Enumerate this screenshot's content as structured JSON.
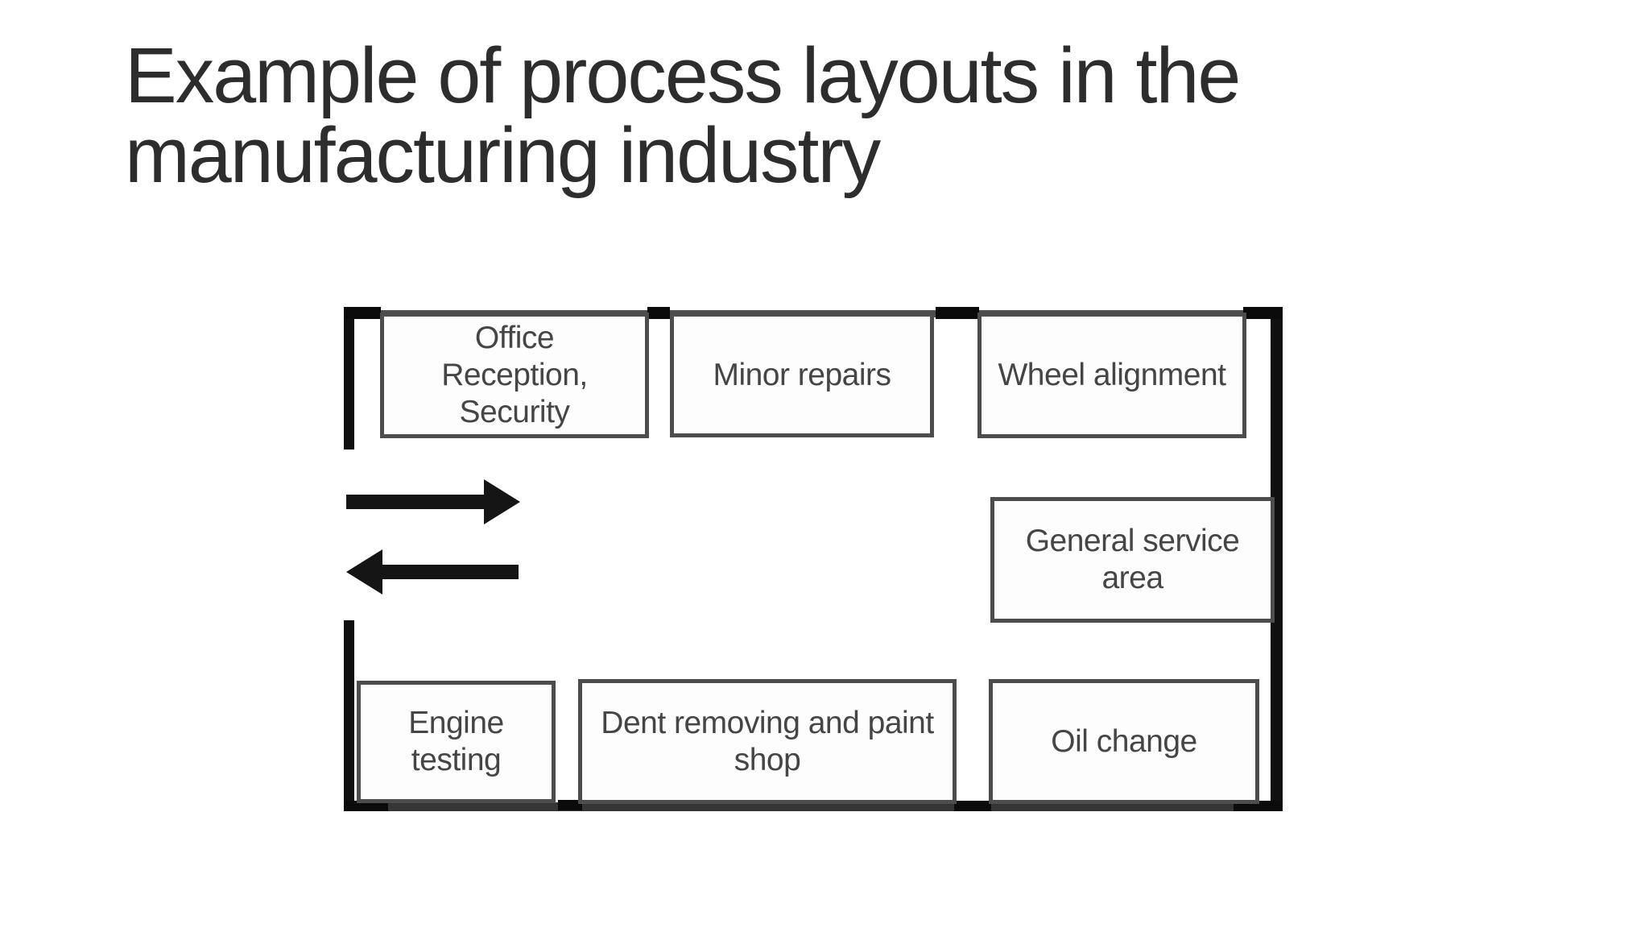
{
  "slide": {
    "title": "Example of process layouts in the\nmanufacturing industry"
  },
  "diagram": {
    "type": "process-layout-floor-plan",
    "rooms": [
      {
        "id": "office-reception-security",
        "label": "Office\nReception,\nSecurity"
      },
      {
        "id": "minor-repairs",
        "label": "Minor repairs"
      },
      {
        "id": "wheel-alignment",
        "label": "Wheel alignment"
      },
      {
        "id": "general-service-area",
        "label": "General service\narea"
      },
      {
        "id": "engine-testing",
        "label": "Engine\ntesting"
      },
      {
        "id": "dent-removing-and-paint-shop",
        "label": "Dent removing and paint\nshop"
      },
      {
        "id": "oil-change",
        "label": "Oil change"
      }
    ],
    "flow_icons": [
      {
        "icon": "arrow-right-icon",
        "direction": "in"
      },
      {
        "icon": "arrow-left-icon",
        "direction": "out"
      }
    ],
    "colors": {
      "wall": "#101010",
      "room_border": "#4d4d4d",
      "room_text": "#454545",
      "title_text": "#2d2d2d"
    }
  }
}
